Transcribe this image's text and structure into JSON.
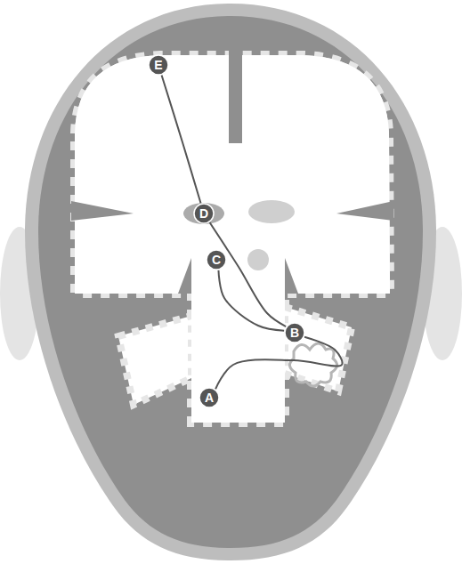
{
  "diagram": {
    "nodes": [
      {
        "text": [
          "A"
        ]
      },
      {
        "text": [
          "B"
        ]
      },
      {
        "text": [
          "C"
        ]
      },
      {
        "text": [
          "D"
        ]
      },
      {
        "text": [
          "E"
        ]
      }
    ],
    "edges": [
      {
        "from": 0,
        "to": 1,
        "arrow": "none"
      },
      {
        "from": 2,
        "to": 1,
        "arrow": "none"
      },
      {
        "from": 3,
        "to": 1,
        "arrow": "none"
      },
      {
        "from": 4,
        "to": 3,
        "arrow": "none"
      }
    ]
  }
}
